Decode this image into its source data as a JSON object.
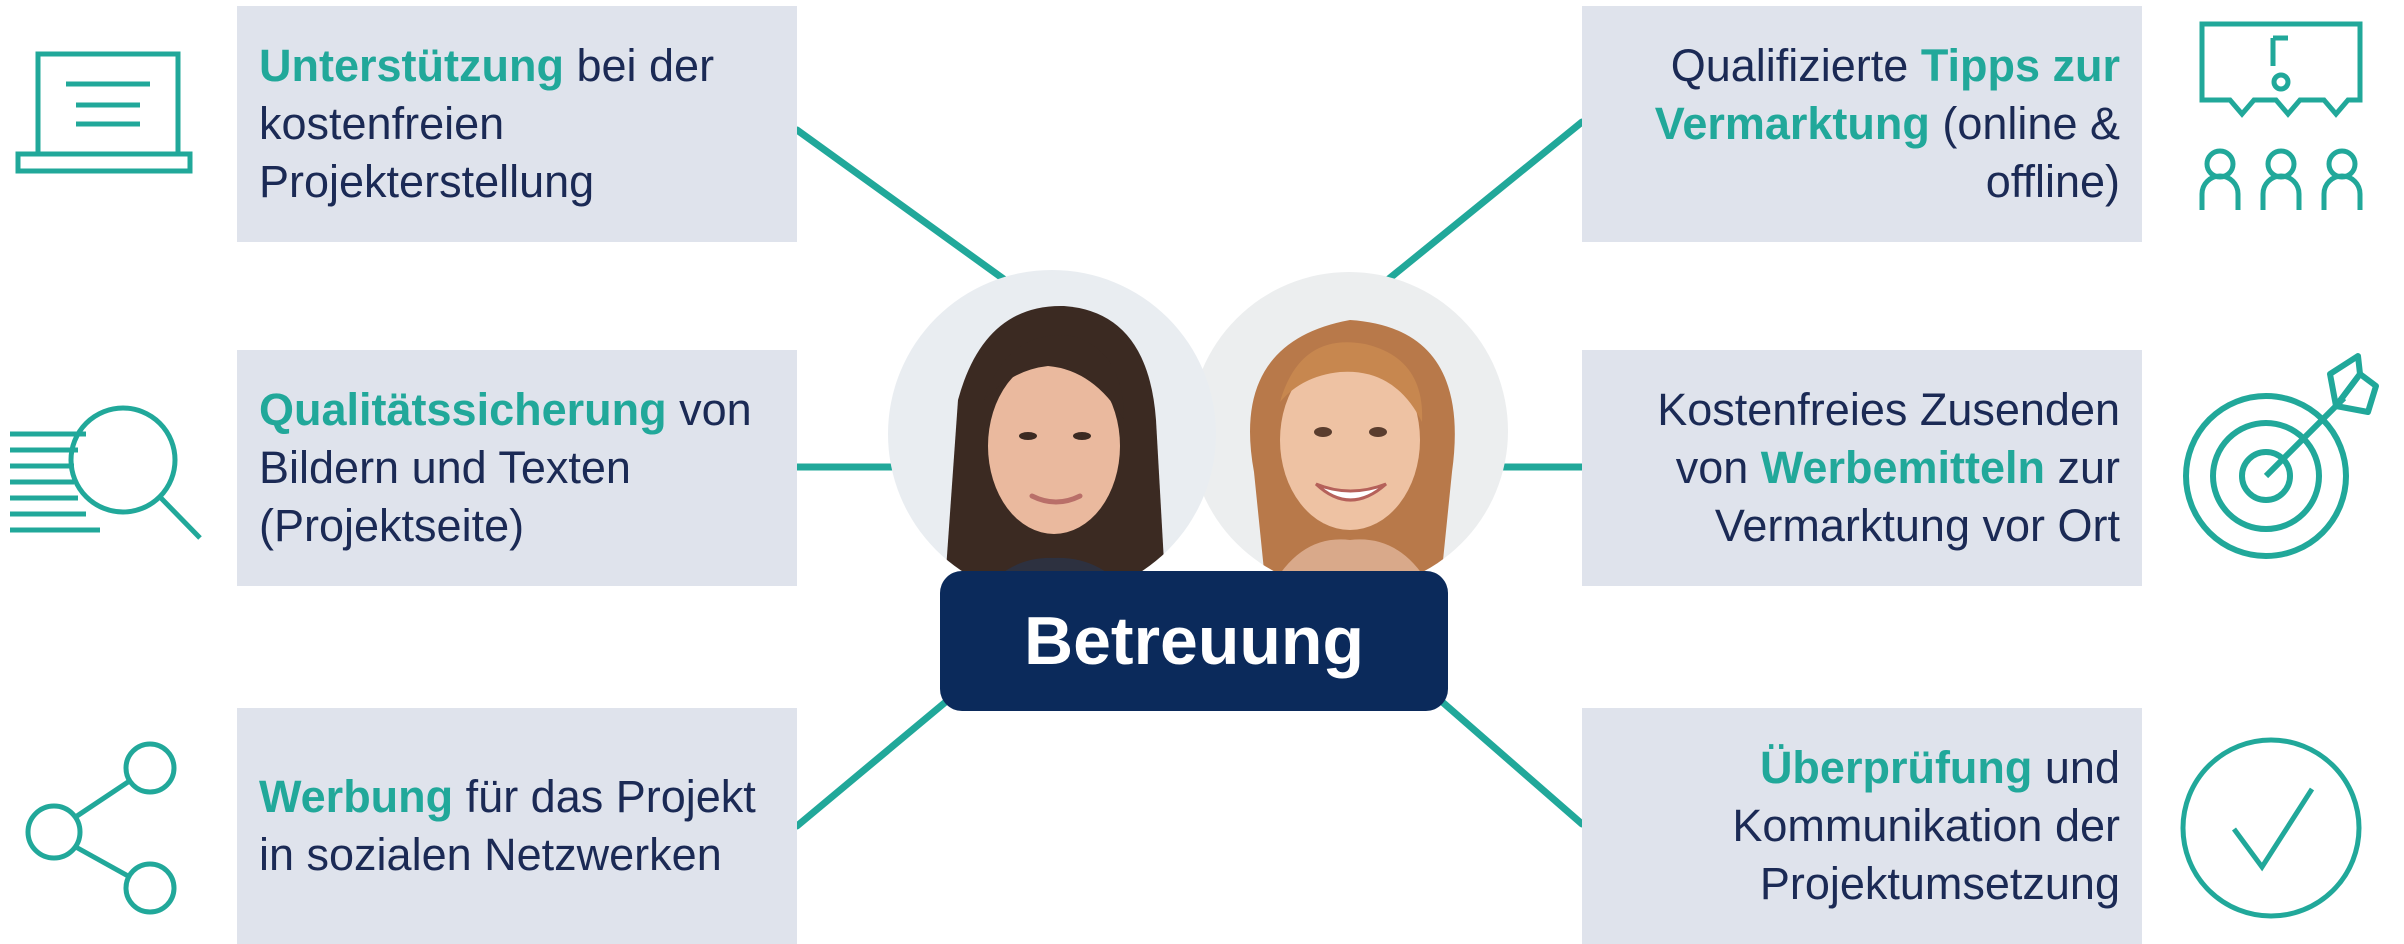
{
  "colors": {
    "accent": "#21a89a",
    "card_bg": "#dfe3ec",
    "text_dark": "#1b2a55",
    "center_bg": "#0b2a5b",
    "center_text": "#ffffff"
  },
  "center": {
    "label": "Betreuung"
  },
  "cards": {
    "left_top": {
      "highlight": "Unterstützung",
      "rest": " bei der kostenfreien Projekterstellung",
      "icon": "laptop-icon"
    },
    "left_middle": {
      "highlight": "Qualitätssicherung",
      "rest": " von Bildern und Texten (Projektseite)",
      "icon": "magnifier-list-icon"
    },
    "left_bottom": {
      "highlight": "Werbung",
      "rest": " für das Projekt in sozialen Netzwerken",
      "icon": "share-icon"
    },
    "right_top": {
      "pre": "Qualifizierte ",
      "highlight": "Tipps zur Vermarktung",
      "post": " (online & offline)",
      "icon": "presentation-audience-icon"
    },
    "right_middle": {
      "pre": "Kostenfreies Zusenden von ",
      "highlight": "Werbemitteln",
      "post": " zur Vermarktung vor Ort",
      "icon": "target-arrow-icon"
    },
    "right_bottom": {
      "highlight": "Überprüfung",
      "post": " und Kommunikation der Projektumsetzung",
      "icon": "checkmark-circle-icon"
    }
  },
  "portraits": {
    "left": "portrait-woman-dark-hair",
    "right": "portrait-woman-blonde-hair"
  }
}
